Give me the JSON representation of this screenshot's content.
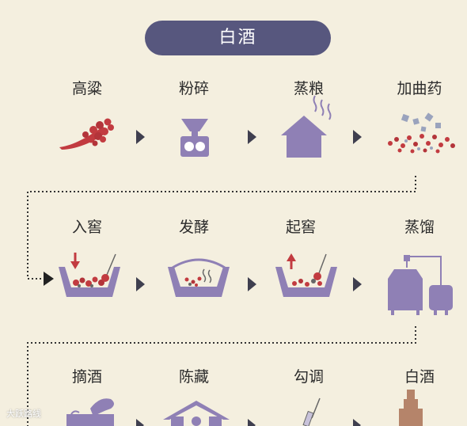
{
  "title": "白酒",
  "rows": [
    [
      {
        "label": "高粱",
        "icon": "sorghum-icon"
      },
      {
        "label": "粉碎",
        "icon": "grinder-icon"
      },
      {
        "label": "蒸粮",
        "icon": "steaming-icon"
      },
      {
        "label": "加曲药",
        "icon": "yeast-mix-icon"
      }
    ],
    [
      {
        "label": "入窖",
        "icon": "pit-in-icon"
      },
      {
        "label": "发酵",
        "icon": "fermentation-icon"
      },
      {
        "label": "起窖",
        "icon": "pit-out-icon"
      },
      {
        "label": "蒸馏",
        "icon": "distillation-icon"
      }
    ],
    [
      {
        "label": "摘酒",
        "icon": "collect-liquor-icon"
      },
      {
        "label": "陈藏",
        "icon": "storage-icon"
      },
      {
        "label": "勾调",
        "icon": "blending-icon"
      },
      {
        "label": "白酒",
        "icon": "baijiu-icon"
      }
    ]
  ],
  "watermark": "大跃路线",
  "colors": {
    "accent": "#57577e",
    "icon_purple": "#8f80b5",
    "grain_red": "#c23b40",
    "background": "#f4efdf"
  }
}
